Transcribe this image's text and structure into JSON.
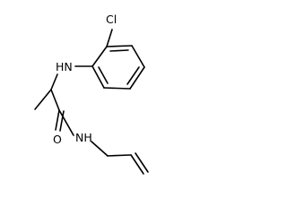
{
  "molecule": {
    "atom_labels": {
      "chlorine": "Cl",
      "amine_nh": "HN",
      "oxygen": "O",
      "amide_nh": "NH"
    },
    "colors": {
      "bond": "#000000",
      "text": "#000000",
      "background": "#ffffff"
    }
  }
}
